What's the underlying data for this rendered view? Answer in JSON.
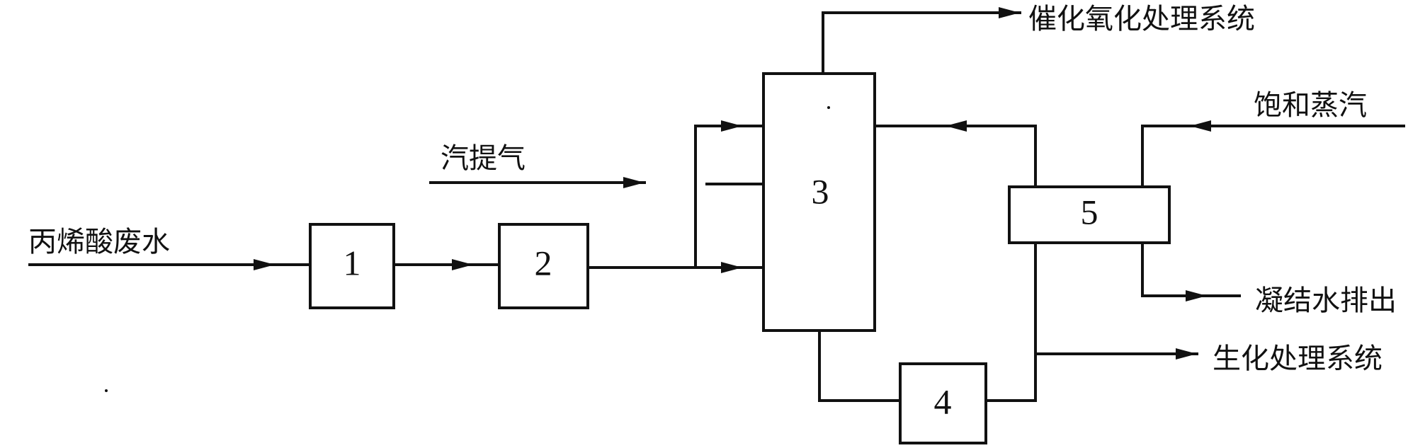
{
  "labels": {
    "wastewater_in": "丙烯酸废水",
    "stripping_gas": "汽提气",
    "catalytic_oxidation": "催化氧化处理系统",
    "saturated_steam": "饱和蒸汽",
    "condensate_out": "凝结水排出",
    "biochemical": "生化处理系统"
  },
  "units": {
    "u1": "1",
    "u2": "2",
    "u3": "3",
    "u4": "4",
    "u5": "5"
  }
}
